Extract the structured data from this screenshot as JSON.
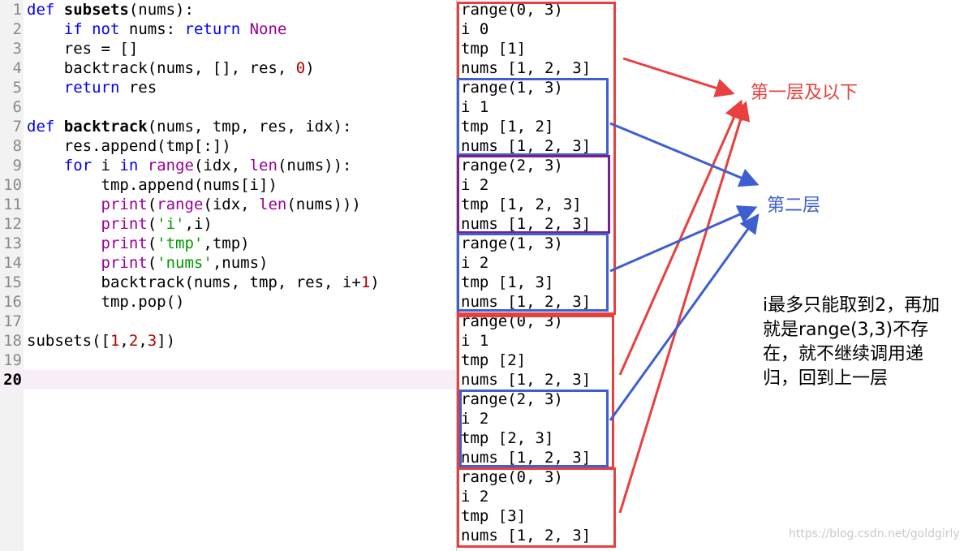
{
  "code": {
    "current_line": "20",
    "lines": [
      {
        "num": "1",
        "text": "def subsets(nums):"
      },
      {
        "num": "2",
        "text": "    if not nums: return None"
      },
      {
        "num": "3",
        "text": "    res = []"
      },
      {
        "num": "4",
        "text": "    backtrack(nums, [], res, 0)"
      },
      {
        "num": "5",
        "text": "    return res"
      },
      {
        "num": "6",
        "text": ""
      },
      {
        "num": "7",
        "text": "def backtrack(nums, tmp, res, idx):"
      },
      {
        "num": "8",
        "text": "    res.append(tmp[:])"
      },
      {
        "num": "9",
        "text": "    for i in range(idx, len(nums)):"
      },
      {
        "num": "10",
        "text": "        tmp.append(nums[i])"
      },
      {
        "num": "11",
        "text": "        print(range(idx, len(nums)))"
      },
      {
        "num": "12",
        "text": "        print('i',i)"
      },
      {
        "num": "13",
        "text": "        print('tmp',tmp)"
      },
      {
        "num": "14",
        "text": "        print('nums',nums)"
      },
      {
        "num": "15",
        "text": "        backtrack(nums, tmp, res, i+1)"
      },
      {
        "num": "16",
        "text": "        tmp.pop()"
      },
      {
        "num": "17",
        "text": ""
      },
      {
        "num": "18",
        "text": "subsets([1,2,3])"
      },
      {
        "num": "19",
        "text": ""
      },
      {
        "num": "20",
        "text": ""
      }
    ]
  },
  "output": {
    "lines": [
      "range(0, 3)",
      "i 0",
      "tmp [1]",
      "nums [1, 2, 3]",
      "range(1, 3)",
      "i 1",
      "tmp [1, 2]",
      "nums [1, 2, 3]",
      "range(2, 3)",
      "i 2",
      "tmp [1, 2, 3]",
      "nums [1, 2, 3]",
      "range(1, 3)",
      "i 2",
      "tmp [1, 3]",
      "nums [1, 2, 3]",
      "range(0, 3)",
      "i 1",
      "tmp [2]",
      "nums [1, 2, 3]",
      "range(2, 3)",
      "i 2",
      "tmp [2, 3]",
      "nums [1, 2, 3]",
      "range(0, 3)",
      "i 2",
      "tmp [3]",
      "nums [1, 2, 3]"
    ]
  },
  "annotations": {
    "label_first_level": "第一层及以下",
    "label_second_level": "第二层",
    "explanation": "i最多只能取到2，再加就是range(3,3)不存在，就不继续调用递归，回到上一层",
    "red_color": "#e8403e",
    "blue_color": "#3d5fd0",
    "purple_color": "#7a1f8a"
  },
  "watermark": "https://blog.csdn.net/goldgirly"
}
